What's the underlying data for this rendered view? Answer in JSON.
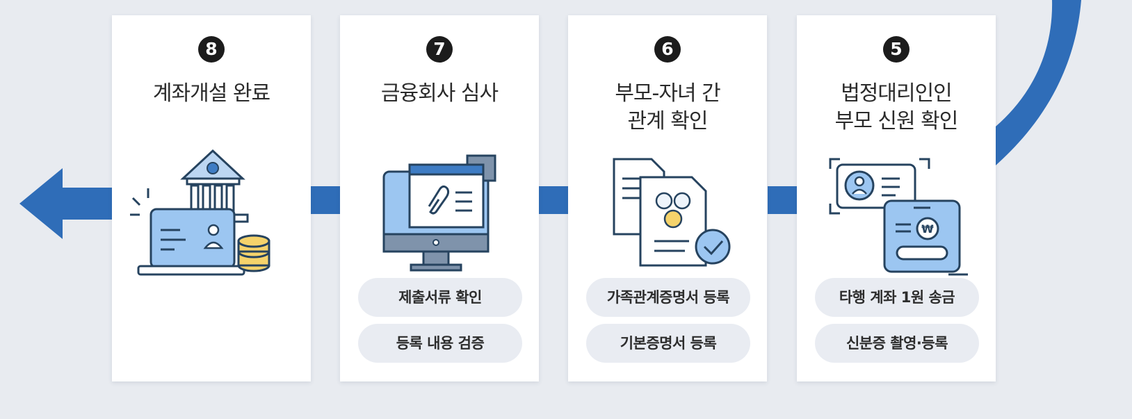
{
  "steps": [
    {
      "number": "8",
      "title_lines": [
        "계좌개설 완료"
      ],
      "illustration": "bank-laptop-coins-icon",
      "actions": []
    },
    {
      "number": "7",
      "title_lines": [
        "금융회사 심사"
      ],
      "illustration": "monitor-document-review-icon",
      "actions": [
        "제출서류 확인",
        "등록 내용 검증"
      ]
    },
    {
      "number": "6",
      "title_lines": [
        "부모-자녀 간",
        "관계 확인"
      ],
      "illustration": "family-certificate-check-icon",
      "actions": [
        "가족관계증명서 등록",
        "기본증명서 등록"
      ]
    },
    {
      "number": "5",
      "title_lines": [
        "법정대리인인",
        "부모 신원 확인"
      ],
      "illustration": "id-card-phone-transfer-icon",
      "actions": [
        "타행 계좌 1원 송금",
        "신분증 촬영·등록"
      ]
    }
  ],
  "colors": {
    "arrow_blue": "#2f6db8",
    "background": "#e8ebf0",
    "card": "#ffffff",
    "pill": "#e9ecf2"
  }
}
